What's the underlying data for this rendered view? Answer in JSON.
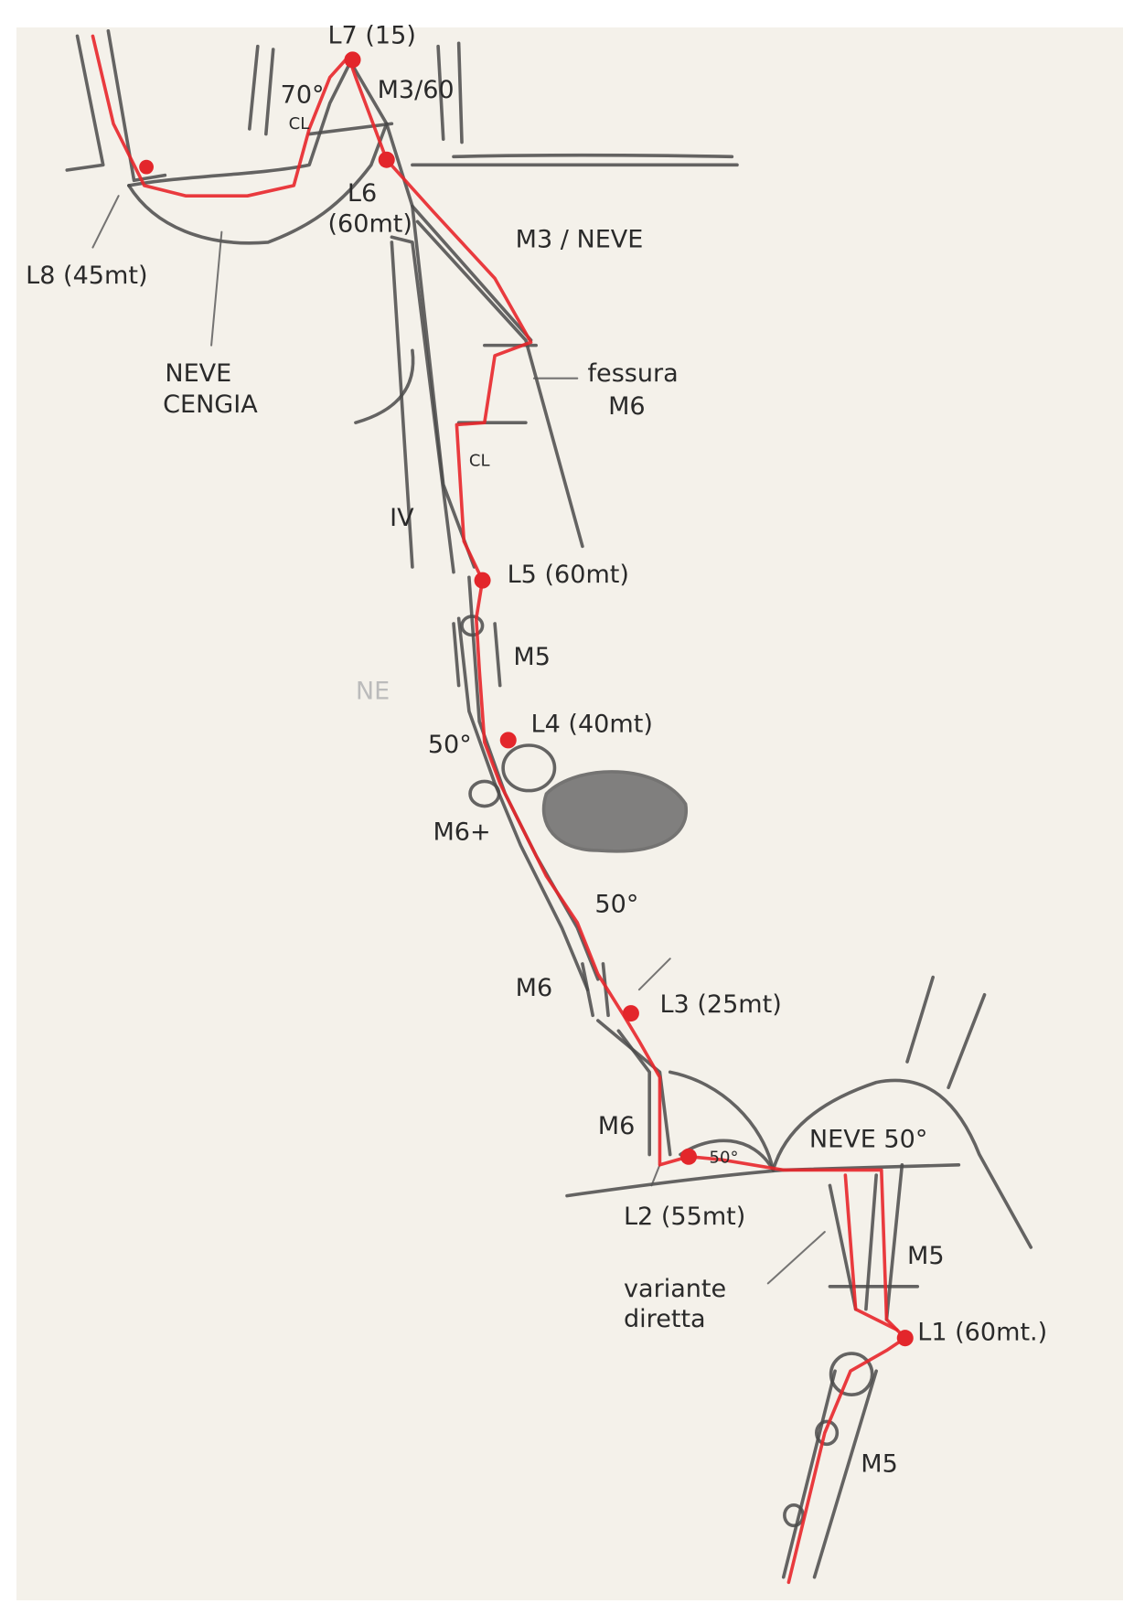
{
  "colors": {
    "paper": "#f4f1ea",
    "pencil": "#4a4a4a",
    "route": "#e8262b"
  },
  "labels": {
    "l8": "L8 (45mt)",
    "l7": "L7 (15)",
    "l6a": "L6",
    "l6b": "(60mt)",
    "l5": "L5 (60mt)",
    "l4": "L4 (40mt)",
    "l3": "L3 (25mt)",
    "l2": "L2 (55mt)",
    "l1": "L1 (60mt.)",
    "angle_70": "70°",
    "cl_top": "CL",
    "m3_60": "M3/60",
    "m3_neve": "M3 / NEVE",
    "neve_cengia_1": "NEVE",
    "neve_cengia_2": "CENGIA",
    "fessura": "fessura",
    "fessura_grade": "M6",
    "cl_mid": "CL",
    "iv": "IV",
    "m5_upper": "M5",
    "ne": "NE",
    "angle_50_l4": "50°",
    "m6_plus": "M6+",
    "angle_50_mid": "50°",
    "m6_l3": "M6",
    "m6_l2": "M6",
    "angle_50_l2": "50°",
    "neve_50": "NEVE 50°",
    "variante_1": "variante",
    "variante_2": "diretta",
    "m5_l1": "M5",
    "m5_bottom": "M5"
  }
}
